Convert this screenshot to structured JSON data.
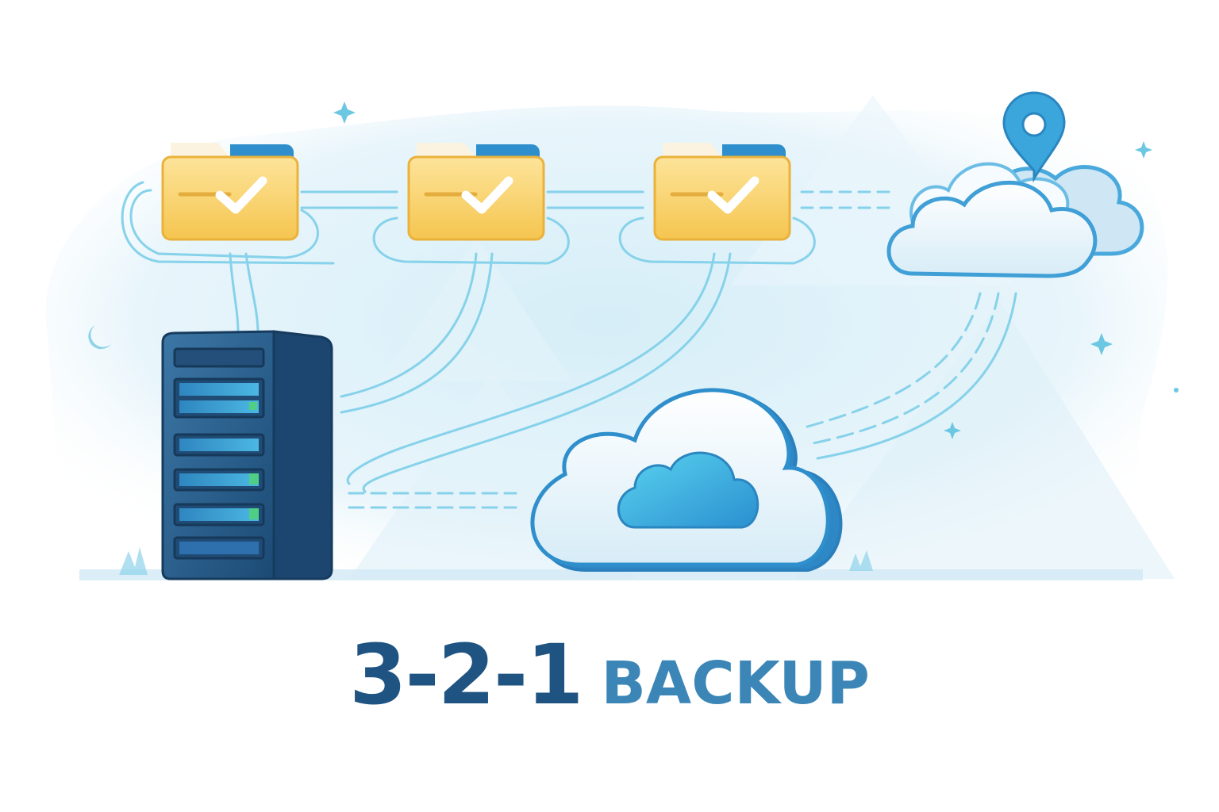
{
  "title": {
    "numbers": "3-2-1",
    "word": "BACKUP"
  },
  "nodes": {
    "folders": [
      {
        "icon": "folder-check-icon",
        "status": "checked"
      },
      {
        "icon": "folder-check-icon",
        "status": "checked"
      },
      {
        "icon": "folder-check-icon",
        "status": "checked"
      }
    ],
    "server": {
      "icon": "server-rack-icon"
    },
    "local_cloud": {
      "icon": "cloud-icon"
    },
    "offsite_cloud": {
      "icon": "cloud-location-pin-icon"
    }
  },
  "colors": {
    "title_numbers": "#1f5482",
    "title_word": "#3b86b6",
    "folder_yellow": "#f7cf63",
    "folder_blue": "#2f8fcc",
    "server_dark": "#1d4d78",
    "cloud_blue": "#3aa6dc",
    "line_cyan": "#7fd0e8",
    "background_wash": "#dff1f9"
  }
}
